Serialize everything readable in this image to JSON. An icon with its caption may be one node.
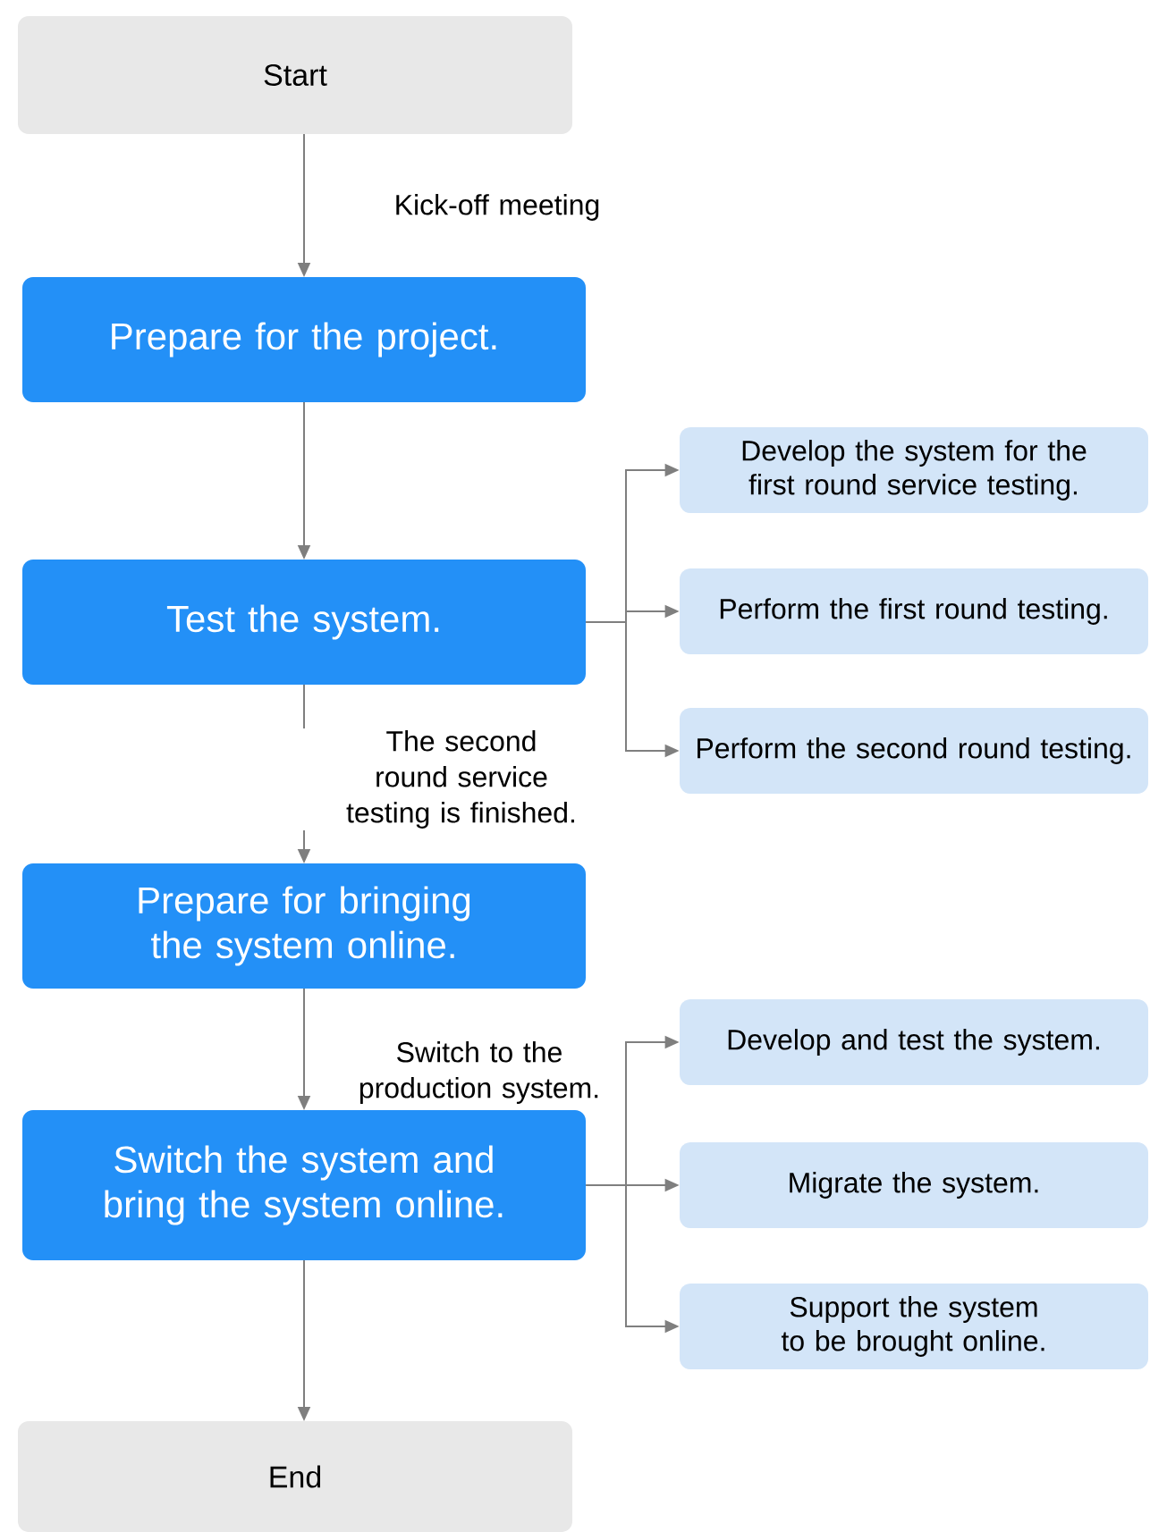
{
  "diagram": {
    "nodes": [
      {
        "text": [
          "Start"
        ]
      },
      {
        "text": [
          "Prepare for the project."
        ]
      },
      {
        "text": [
          "Test the system."
        ]
      },
      {
        "text": [
          "Develop the system for the first round service testing."
        ]
      },
      {
        "text": [
          "Perform the first round testing."
        ]
      },
      {
        "text": [
          "Perform the second round testing."
        ]
      },
      {
        "text": [
          "Prepare for bringing the system online."
        ]
      },
      {
        "text": [
          "Switch the system and bring the system online."
        ]
      },
      {
        "text": [
          "Develop and test the system."
        ]
      },
      {
        "text": [
          "Migrate the system."
        ]
      },
      {
        "text": [
          "Support the system to be brought online."
        ]
      },
      {
        "text": [
          "End"
        ]
      }
    ],
    "edges": [
      {
        "from": 0,
        "to": 1,
        "arrow": "to",
        "label": "Kick-off meeting"
      },
      {
        "from": 1,
        "to": 2,
        "arrow": "to"
      },
      {
        "from": 2,
        "to": 3,
        "arrow": "to"
      },
      {
        "from": 2,
        "to": 4,
        "arrow": "to"
      },
      {
        "from": 2,
        "to": 5,
        "arrow": "to"
      },
      {
        "from": 2,
        "to": 6,
        "arrow": "to",
        "label": "The second round service testing is finished."
      },
      {
        "from": 6,
        "to": 7,
        "arrow": "to",
        "label": "Switch to the production system."
      },
      {
        "from": 7,
        "to": 8,
        "arrow": "to"
      },
      {
        "from": 7,
        "to": 9,
        "arrow": "to"
      },
      {
        "from": 7,
        "to": 10,
        "arrow": "to"
      },
      {
        "from": 7,
        "to": 11,
        "arrow": "to"
      }
    ]
  }
}
